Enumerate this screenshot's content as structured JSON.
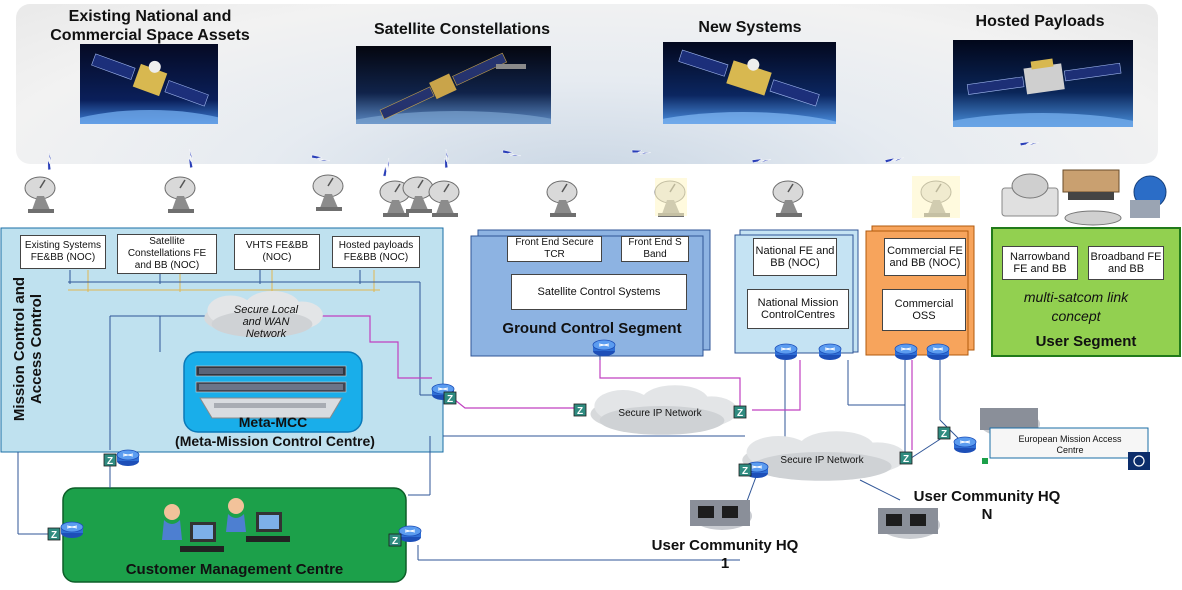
{
  "space_assets": [
    {
      "label": "Existing National and Commercial  Space Assets"
    },
    {
      "label": "Satellite Constellations"
    },
    {
      "label": "New Systems"
    },
    {
      "label": "Hosted Payloads"
    }
  ],
  "mission_control": {
    "label": "Mission Control and Access Control",
    "boxes": [
      {
        "label": "Existing Systems FE&BB (NOC)"
      },
      {
        "label": "Satellite Constellations FE and BB (NOC)"
      },
      {
        "label": "VHTS FE&BB (NOC)"
      },
      {
        "label": "Hosted payloads FE&BB (NOC)"
      }
    ],
    "network_cloud": "Secure Local and WAN Network",
    "meta_mcc_title": "Meta-MCC",
    "meta_mcc_subtitle": "(Meta-Mission Control Centre)"
  },
  "ground_control": {
    "title": "Ground Control Segment",
    "box_tcr": "Front End Secure TCR",
    "box_sband": "Front End S Band",
    "box_scs": "Satellite Control Systems"
  },
  "national": {
    "box_febb": "National FE and BB (NOC)",
    "box_mcc": "National Mission ControlCentres"
  },
  "commercial": {
    "box_febb": "Commercial FE and BB (NOC)",
    "box_oss": "Commercial OSS"
  },
  "user_segment": {
    "title": "User  Segment",
    "box_narrow": "Narrowband FE and BB",
    "box_broad": "Broadband FE and BB",
    "concept": "multi-satcom link concept"
  },
  "networks": {
    "secure_ip_1": "Secure IP Network",
    "secure_ip_2": "Secure IP Network"
  },
  "user_communities": {
    "hq1": "User Community HQ 1",
    "hqn": "User Community HQ N",
    "european": "European Mission Access Centre"
  },
  "customer_mgmt": {
    "title": "Customer Management  Centre"
  },
  "colors": {
    "mission_bg": "#bfe1ef",
    "meta_mcc": "#19aeea",
    "ground_bg": "#8db3e2",
    "national_bg": "#c5e3f3",
    "commercial_bg": "#f7a45c",
    "user_bg": "#92d050",
    "customer_bg": "#1ca04a",
    "network_line": "#c040c0",
    "uplink": "#2a3fb8"
  },
  "icons": [
    "satellite-dish-icon",
    "router-icon",
    "network-cloud-icon",
    "operator-icon",
    "workstation-icon",
    "lightning-link-icon",
    "flag-icon"
  ]
}
